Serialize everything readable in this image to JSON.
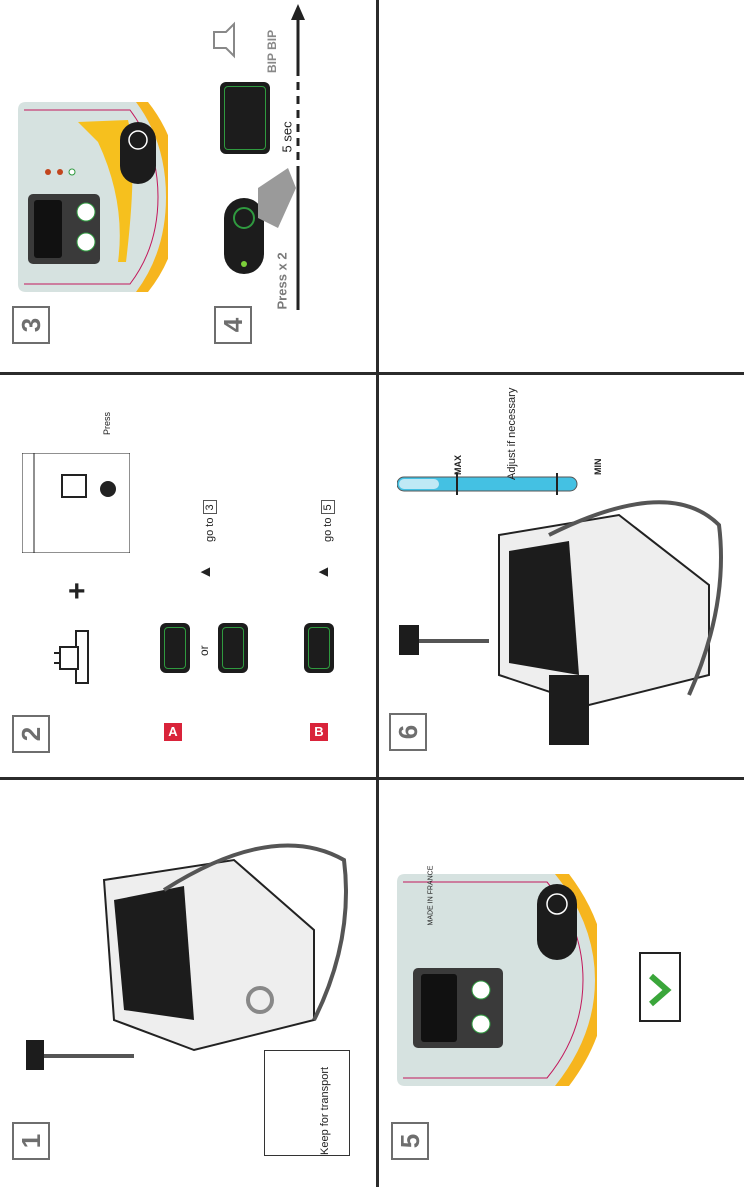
{
  "steps": {
    "s1": {
      "number": "1",
      "label": "Keep for transport"
    },
    "s2": {
      "number": "2",
      "press": "Press",
      "opt_a": "A",
      "opt_b": "B",
      "or": "or",
      "goto": "go to",
      "goto_a": "3",
      "goto_b": "5",
      "plus": "+"
    },
    "s3": {
      "number": "3"
    },
    "s4": {
      "number": "4",
      "press_x2": "Press x 2",
      "duration": "5 sec",
      "beep": "BIP BIP"
    },
    "s5": {
      "number": "5",
      "made_in": "MADE IN FRANCE"
    },
    "s6": {
      "number": "6",
      "max": "MAX",
      "min": "MIN",
      "adjust": "Adjust if necessary"
    }
  },
  "colors": {
    "accent_red": "#d9233a",
    "gauge_blue": "#44c1e3",
    "panel_yellow": "#f6b51e",
    "check_green": "#3aa63a"
  }
}
